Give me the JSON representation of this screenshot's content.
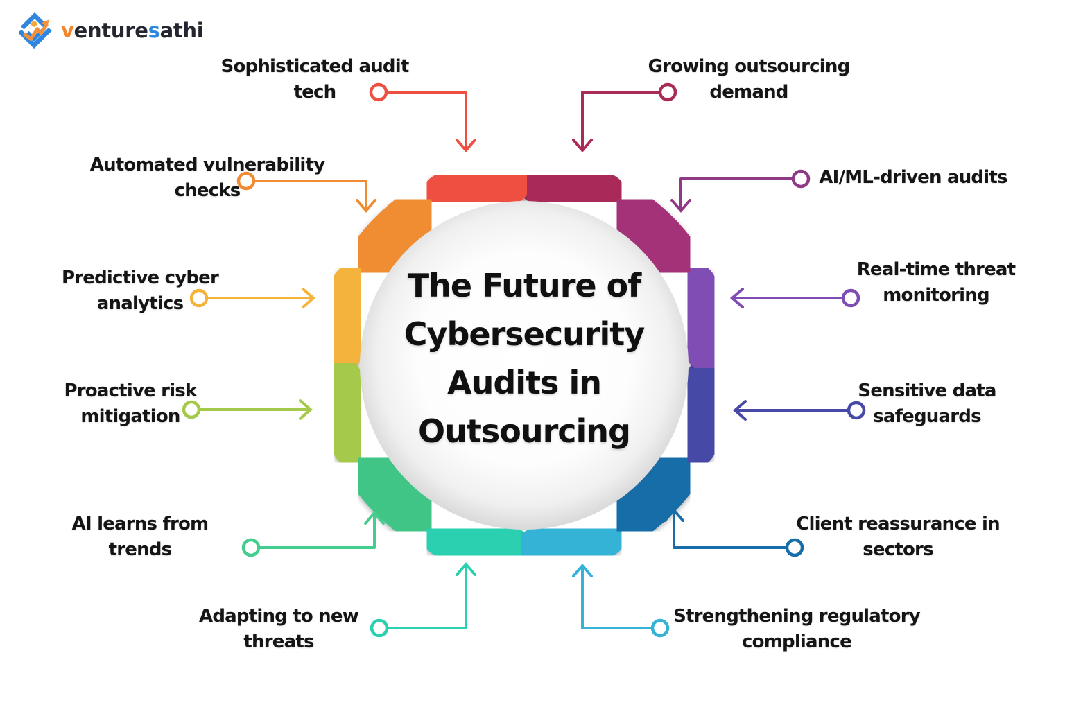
{
  "brand": {
    "name": "venturesathi",
    "parts": [
      {
        "text": "v",
        "color": "#f5862e"
      },
      {
        "text": "enture",
        "color": "#23262e"
      },
      {
        "text": "s",
        "color": "#2e86de"
      },
      {
        "text": "athi",
        "color": "#23262e"
      }
    ]
  },
  "center": {
    "title": "The Future of Cybersecurity Audits in Outsourcing",
    "title_lines": [
      "The Future of",
      "Cybersecurity",
      "Audits in",
      "Outsourcing"
    ]
  },
  "items": [
    {
      "id": "sophisticated-audit-tech",
      "label": "Sophisticated audit tech",
      "lines": [
        "Sophisticated audit",
        "tech"
      ],
      "color": "#ef4f41"
    },
    {
      "id": "growing-outsourcing-demand",
      "label": "Growing outsourcing demand",
      "lines": [
        "Growing outsourcing",
        "demand"
      ],
      "color": "#a92b58"
    },
    {
      "id": "ai-ml-driven-audits",
      "label": "AI/ML-driven audits",
      "lines": [
        "AI/ML-driven audits"
      ],
      "color": "#a43379",
      "arrow_color": "#8e3a84"
    },
    {
      "id": "real-time-threat-monitoring",
      "label": "Real-time threat monitoring",
      "lines": [
        "Real-time threat",
        "monitoring"
      ],
      "color": "#7f4db4"
    },
    {
      "id": "sensitive-data-safeguards",
      "label": "Sensitive data safeguards",
      "lines": [
        "Sensitive data",
        "safeguards"
      ],
      "color": "#4749a6"
    },
    {
      "id": "client-reassurance-in-sectors",
      "label": "Client reassurance in sectors",
      "lines": [
        "Client reassurance in",
        "sectors"
      ],
      "color": "#166da8"
    },
    {
      "id": "strengthening-regulatory-compliance",
      "label": "Strengthening regulatory compliance",
      "lines": [
        "Strengthening regulatory",
        "compliance"
      ],
      "color": "#34b3d6"
    },
    {
      "id": "adapting-to-new-threats",
      "label": "Adapting to new threats",
      "lines": [
        "Adapting to new",
        "threats"
      ],
      "color": "#2bd0b0"
    },
    {
      "id": "ai-learns-from-trends",
      "label": "AI learns from trends",
      "lines": [
        "AI learns from",
        "trends"
      ],
      "color": "#3fc586",
      "arrow_color": "#45cd8f"
    },
    {
      "id": "proactive-risk-mitigation",
      "label": "Proactive risk mitigation",
      "lines": [
        "Proactive risk",
        "mitigation"
      ],
      "color": "#a5c94b"
    },
    {
      "id": "predictive-cyber-analytics",
      "label": "Predictive cyber analytics",
      "lines": [
        "Predictive cyber",
        "analytics"
      ],
      "color": "#f4b33c"
    },
    {
      "id": "automated-vulnerability-checks",
      "label": "Automated vulnerability checks",
      "lines": [
        "Automated vulnerability",
        "checks"
      ],
      "color": "#f08c33"
    }
  ]
}
